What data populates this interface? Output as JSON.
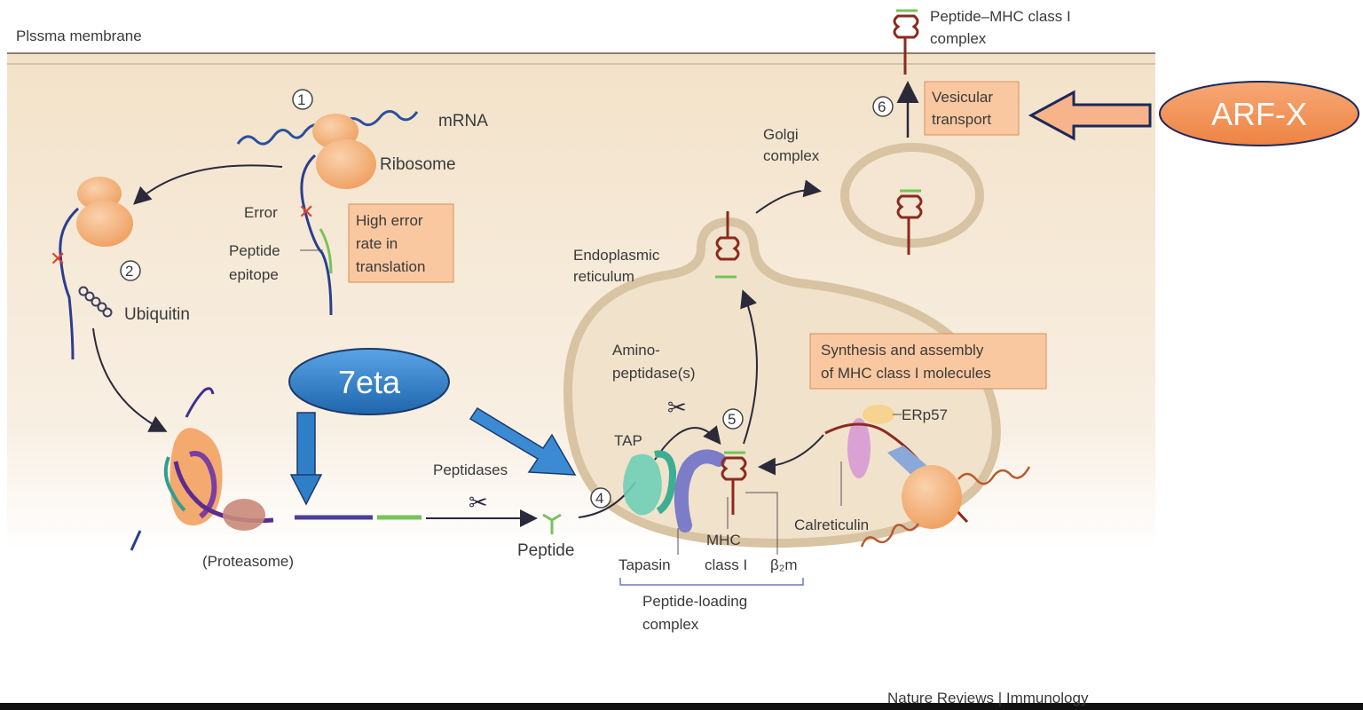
{
  "header": {
    "membrane_label": "Plssma membrane"
  },
  "steps": {
    "s1": "1",
    "s2": "2",
    "s4": "4",
    "s5": "5",
    "s6": "6"
  },
  "labels": {
    "mrna": "mRNA",
    "ribosome": "Ribosome",
    "error": "Error",
    "peptide_epitope_1": "Peptide",
    "peptide_epitope_2": "epitope",
    "ubiquitin": "Ubiquitin",
    "proteasome_label": "(Proteasome)",
    "peptidases": "Peptidases",
    "peptide": "Peptide",
    "tap": "TAP",
    "amino_1": "Amino-",
    "amino_2": "peptidase(s)",
    "er_1": "Endoplasmic",
    "er_2": "reticulum",
    "golgi_1": "Golgi",
    "golgi_2": "complex",
    "pmhc_1": "Peptide–MHC class I",
    "pmhc_2": "complex",
    "erp57": "ERp57",
    "calreticulin": "Calreticulin",
    "tapasin": "Tapasin",
    "mhc_1": "MHC",
    "mhc_2": "class I",
    "b2m": "β₂m",
    "plc_1": "Peptide-loading",
    "plc_2": "complex"
  },
  "boxes": {
    "high_error_1": "High error",
    "high_error_2": "rate in",
    "high_error_3": "translation",
    "synthesis_1": "Synthesis and assembly",
    "synthesis_2": "of MHC class I molecules",
    "vesicular_1": "Vesicular",
    "vesicular_2": "transport"
  },
  "callouts": {
    "zeta": "7eta",
    "arfx": "ARF-X"
  },
  "footer": {
    "credit": "Nature Reviews | Immunology"
  },
  "colors": {
    "background_cell": "#f6ead8",
    "orange_box": "#f8c9a0",
    "blue_ellipse": "#2f7fc8",
    "orange_ellipse": "#f28d52",
    "mhc": "#8b2a1e",
    "ribosome": "#f4b07a"
  }
}
